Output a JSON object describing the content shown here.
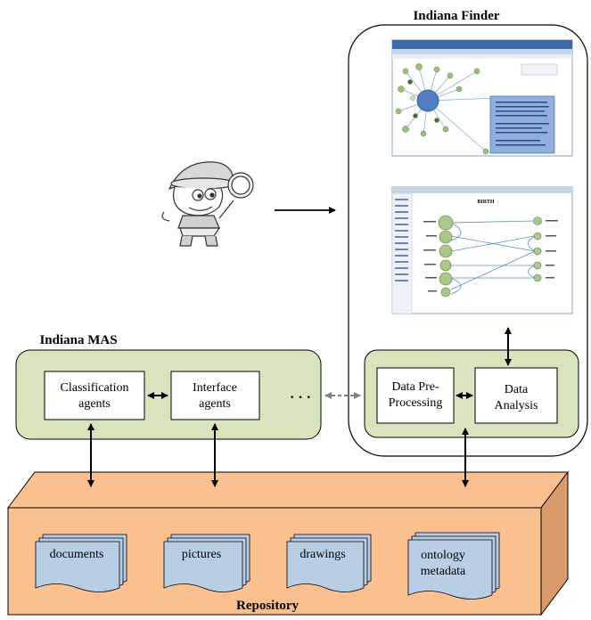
{
  "finder": {
    "title": "Indiana Finder",
    "birth_label": "BIRTH"
  },
  "mas": {
    "title": "Indiana MAS",
    "classification": [
      "Classification",
      "agents"
    ],
    "interface": [
      "Interface",
      "agents"
    ],
    "ellipsis": "· · ·"
  },
  "finder_boxes": {
    "preprocessing": [
      "Data Pre-",
      "Processing"
    ],
    "analysis": [
      "Data",
      "Analysis"
    ]
  },
  "repository": {
    "title": "Repository",
    "docs": [
      {
        "lines": [
          "documents"
        ]
      },
      {
        "lines": [
          "pictures"
        ]
      },
      {
        "lines": [
          "drawings"
        ]
      },
      {
        "lines": [
          "ontology",
          "metadata"
        ]
      }
    ]
  },
  "colors": {
    "green_panel": "#d7e4bd",
    "repo_front": "#fac090",
    "repo_side": "#d99a6c",
    "doc_fill": "#b9cde5",
    "arrow": "#000000",
    "dashed_arrow": "#808080"
  }
}
